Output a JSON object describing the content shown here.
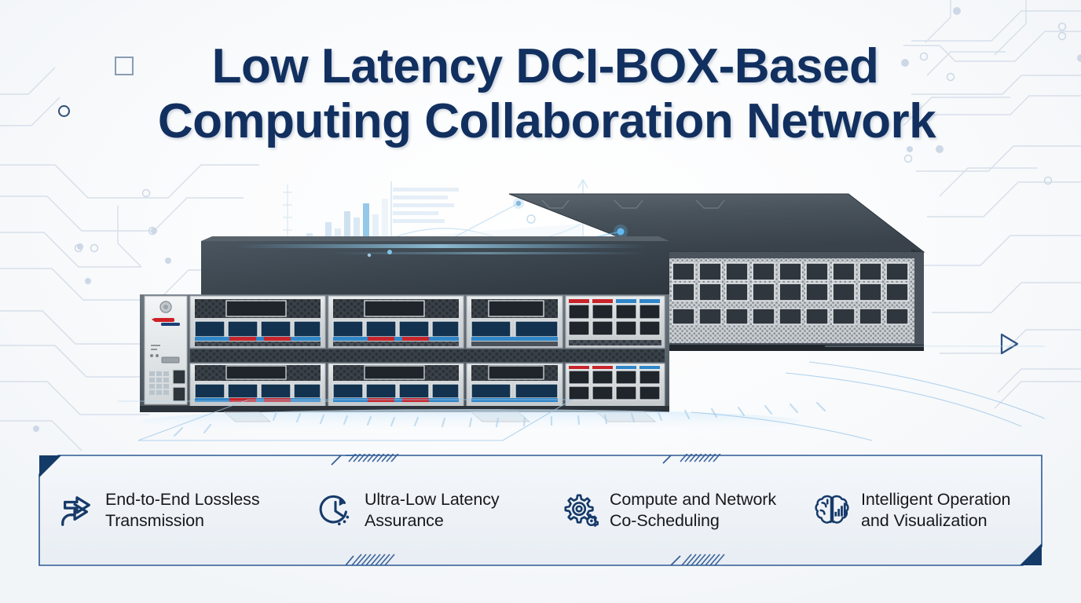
{
  "title": {
    "line1": "Low Latency DCI-BOX-Based",
    "line2": "Computing Collaboration Network",
    "color": "#12305f"
  },
  "decorations": {
    "square_outline": "square-outline",
    "circle_outline": "circle-outline",
    "play_triangle": "play-triangle-outline",
    "background_pattern": "circuit-board-traces",
    "floor_pattern": "perspective-grid-glow",
    "analytics_pattern": "faint-bar-and-line-chart"
  },
  "hardware": {
    "front_device": {
      "name": "dci-box-chassis-front",
      "brand_mark": "vendor-logo",
      "line_card_rows": 2,
      "line_card_columns": 3,
      "port_module_label": "qsfp-port-module"
    },
    "rear_device": {
      "name": "rack-switch-rear",
      "port_rows": 2,
      "port_columns": 9
    }
  },
  "features": [
    {
      "icon": "double-arrow-right-icon",
      "line1": "End-to-End Lossless",
      "line2": "Transmission"
    },
    {
      "icon": "clock-refresh-icon",
      "line1": "Ultra-Low Latency",
      "line2": "Assurance"
    },
    {
      "icon": "gears-icon",
      "line1": "Compute and Network",
      "line2": "Co-Scheduling"
    },
    {
      "icon": "brain-analytics-icon",
      "line1": "Intelligent Operation",
      "line2": "and Visualization"
    }
  ],
  "theme": {
    "navy": "#12305f",
    "accent_blue": "#1b6fc4",
    "border_blue": "#2d5a93",
    "panel_bg": "#eef2f7",
    "page_bg": "#f2f5f8"
  }
}
